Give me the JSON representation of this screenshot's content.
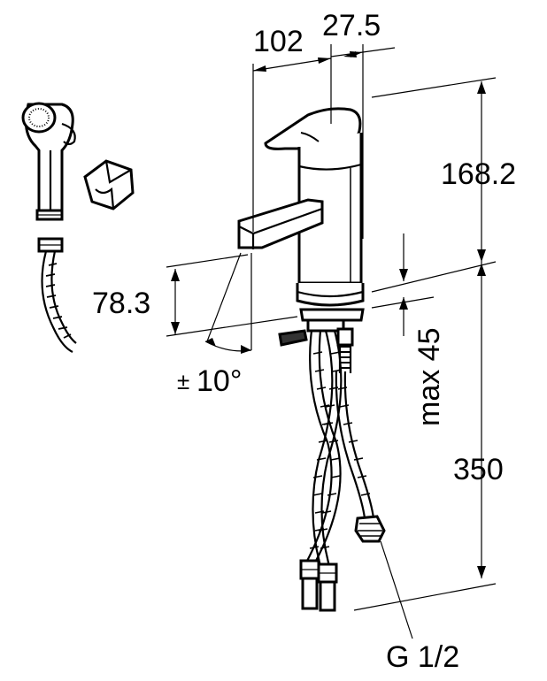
{
  "dimensions": {
    "spout_reach": "102",
    "spout_offset": "27.5",
    "body_height": "168.2",
    "spout_height": "78.3",
    "swivel_angle_sign": "±",
    "swivel_angle": "10°",
    "mount_thickness": "max 45",
    "hose_length": "350",
    "connection_thread": "G 1/2"
  }
}
